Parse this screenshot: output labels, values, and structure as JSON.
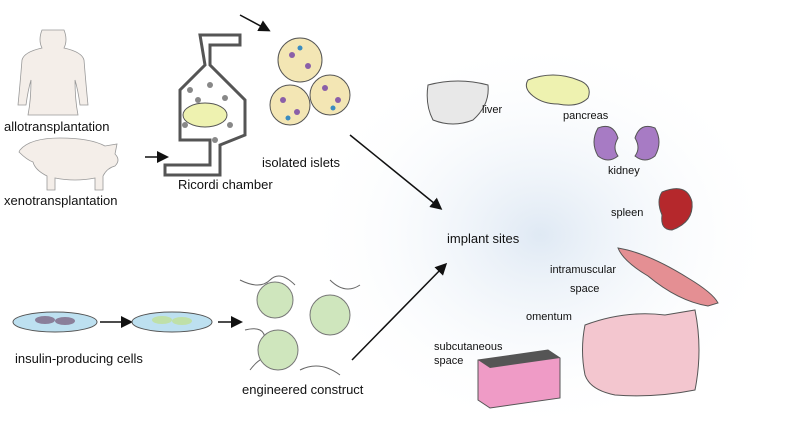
{
  "labels": {
    "allotransplantation": "allotransplantation",
    "xenotransplantation": "xenotransplantation",
    "ricordi_chamber": "Ricordi chamber",
    "isolated_islets": "isolated islets",
    "implant_sites": "implant sites",
    "liver": "liver",
    "pancreas": "pancreas",
    "kidney": "kidney",
    "spleen": "spleen",
    "intramuscular_1": "intramuscular",
    "intramuscular_2": "space",
    "omentum": "omentum",
    "subcutaneous_1": "subcutaneous",
    "subcutaneous_2": "space",
    "insulin_cells": "insulin-producing cells",
    "engineered_construct": "engineered construct"
  },
  "colors": {
    "pancreas": "#eef2b0",
    "kidney": "#a77bc4",
    "spleen": "#b5282c",
    "muscle": "#e48f93",
    "omentum": "#f3c6cf",
    "skin": "#ef9bc6",
    "islet": "#f3e6b4",
    "construct": "#cfe6bd",
    "dish": "#bde0f0"
  }
}
